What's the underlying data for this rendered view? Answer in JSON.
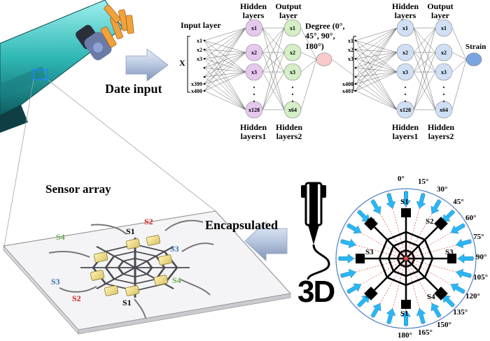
{
  "arrow_labels": {
    "data_input": "Date input",
    "encapsulated": "Encapsulated"
  },
  "sensor_array": {
    "title": "Sensor array",
    "sensors": [
      {
        "label": "S1",
        "color": "#000000"
      },
      {
        "label": "S2",
        "color": "#d81b1b"
      },
      {
        "label": "S3",
        "color": "#3a6fb0"
      },
      {
        "label": "S4",
        "color": "#6aa84f"
      },
      {
        "label": "S4",
        "color": "#6aa84f"
      },
      {
        "label": "S3",
        "color": "#3a6fb0"
      },
      {
        "label": "S2",
        "color": "#d81b1b"
      },
      {
        "label": "S1",
        "color": "#000000"
      }
    ]
  },
  "network_1": {
    "input_title": "Input layer",
    "input_symbol": "X",
    "input_nodes": [
      "x1",
      "x2",
      "x3",
      "x399",
      "x400"
    ],
    "hidden_title": "Hidden layers",
    "output_title": "Output layer",
    "hidden_nodes": [
      "x1",
      "x2",
      "x3",
      "x128"
    ],
    "output_nodes": [
      "x1",
      "x2",
      "x3",
      "x64"
    ],
    "hidden_bottom": "Hidden layers1",
    "output_bottom": "Hidden layers2",
    "result": "Degree (0°, 45°, 90°, 180°)"
  },
  "network_2": {
    "input_nodes": [
      "x1",
      "x2",
      "x3",
      "x400",
      "x401"
    ],
    "hidden_title": "Hidden layers",
    "output_title": "Output layer",
    "hidden_nodes": [
      "x1",
      "x2",
      "x3",
      "x128"
    ],
    "output_nodes": [
      "x1",
      "x2",
      "x3",
      "x64"
    ],
    "hidden_bottom": "Hidden layers1",
    "output_bottom": "Hidden layers2",
    "result": "Strain"
  },
  "polar": {
    "angles": [
      "0°",
      "15°",
      "30°",
      "45°",
      "60°",
      "75°",
      "90°",
      "105°",
      "120°",
      "135°",
      "150°",
      "165°",
      "180°"
    ],
    "sensor_labels": [
      "S1",
      "S2",
      "S3",
      "S4",
      "S1",
      "S2",
      "S3",
      "S4"
    ]
  },
  "printer_label": "3D",
  "colors": {
    "hidden_node": "#e6c8ef",
    "output_node": "#d4eec5",
    "net2_node": "#cfe0f5",
    "degree_node": "#f7c9c9",
    "strain_node": "#7aa4e0",
    "polar_arrow": "#29b6f6",
    "process_arrow": "#b7c7e0"
  }
}
